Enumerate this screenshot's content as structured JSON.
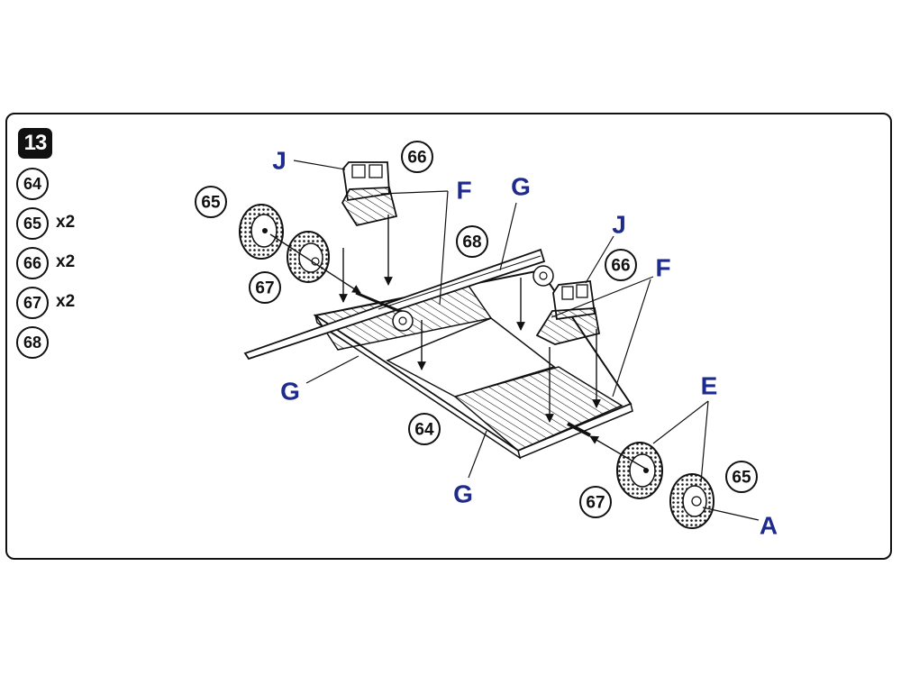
{
  "step": {
    "number": "13"
  },
  "parts_list": [
    {
      "num": "64",
      "qty": ""
    },
    {
      "num": "65",
      "qty": "x2"
    },
    {
      "num": "66",
      "qty": "x2"
    },
    {
      "num": "67",
      "qty": "x2"
    },
    {
      "num": "68",
      "qty": ""
    }
  ],
  "callouts": {
    "c66_left": "66",
    "c65_left": "65",
    "c67_left": "67",
    "c68": "68",
    "c66_right": "66",
    "c64": "64",
    "c67_right": "67",
    "c65_right": "65"
  },
  "letters": {
    "j_left": "J",
    "f_left": "F",
    "g_top": "G",
    "j_right": "J",
    "f_right": "F",
    "g_left": "G",
    "g_bottom": "G",
    "e": "E",
    "a": "A"
  },
  "colors": {
    "letter": "#1e2a8c",
    "line": "#111111"
  }
}
